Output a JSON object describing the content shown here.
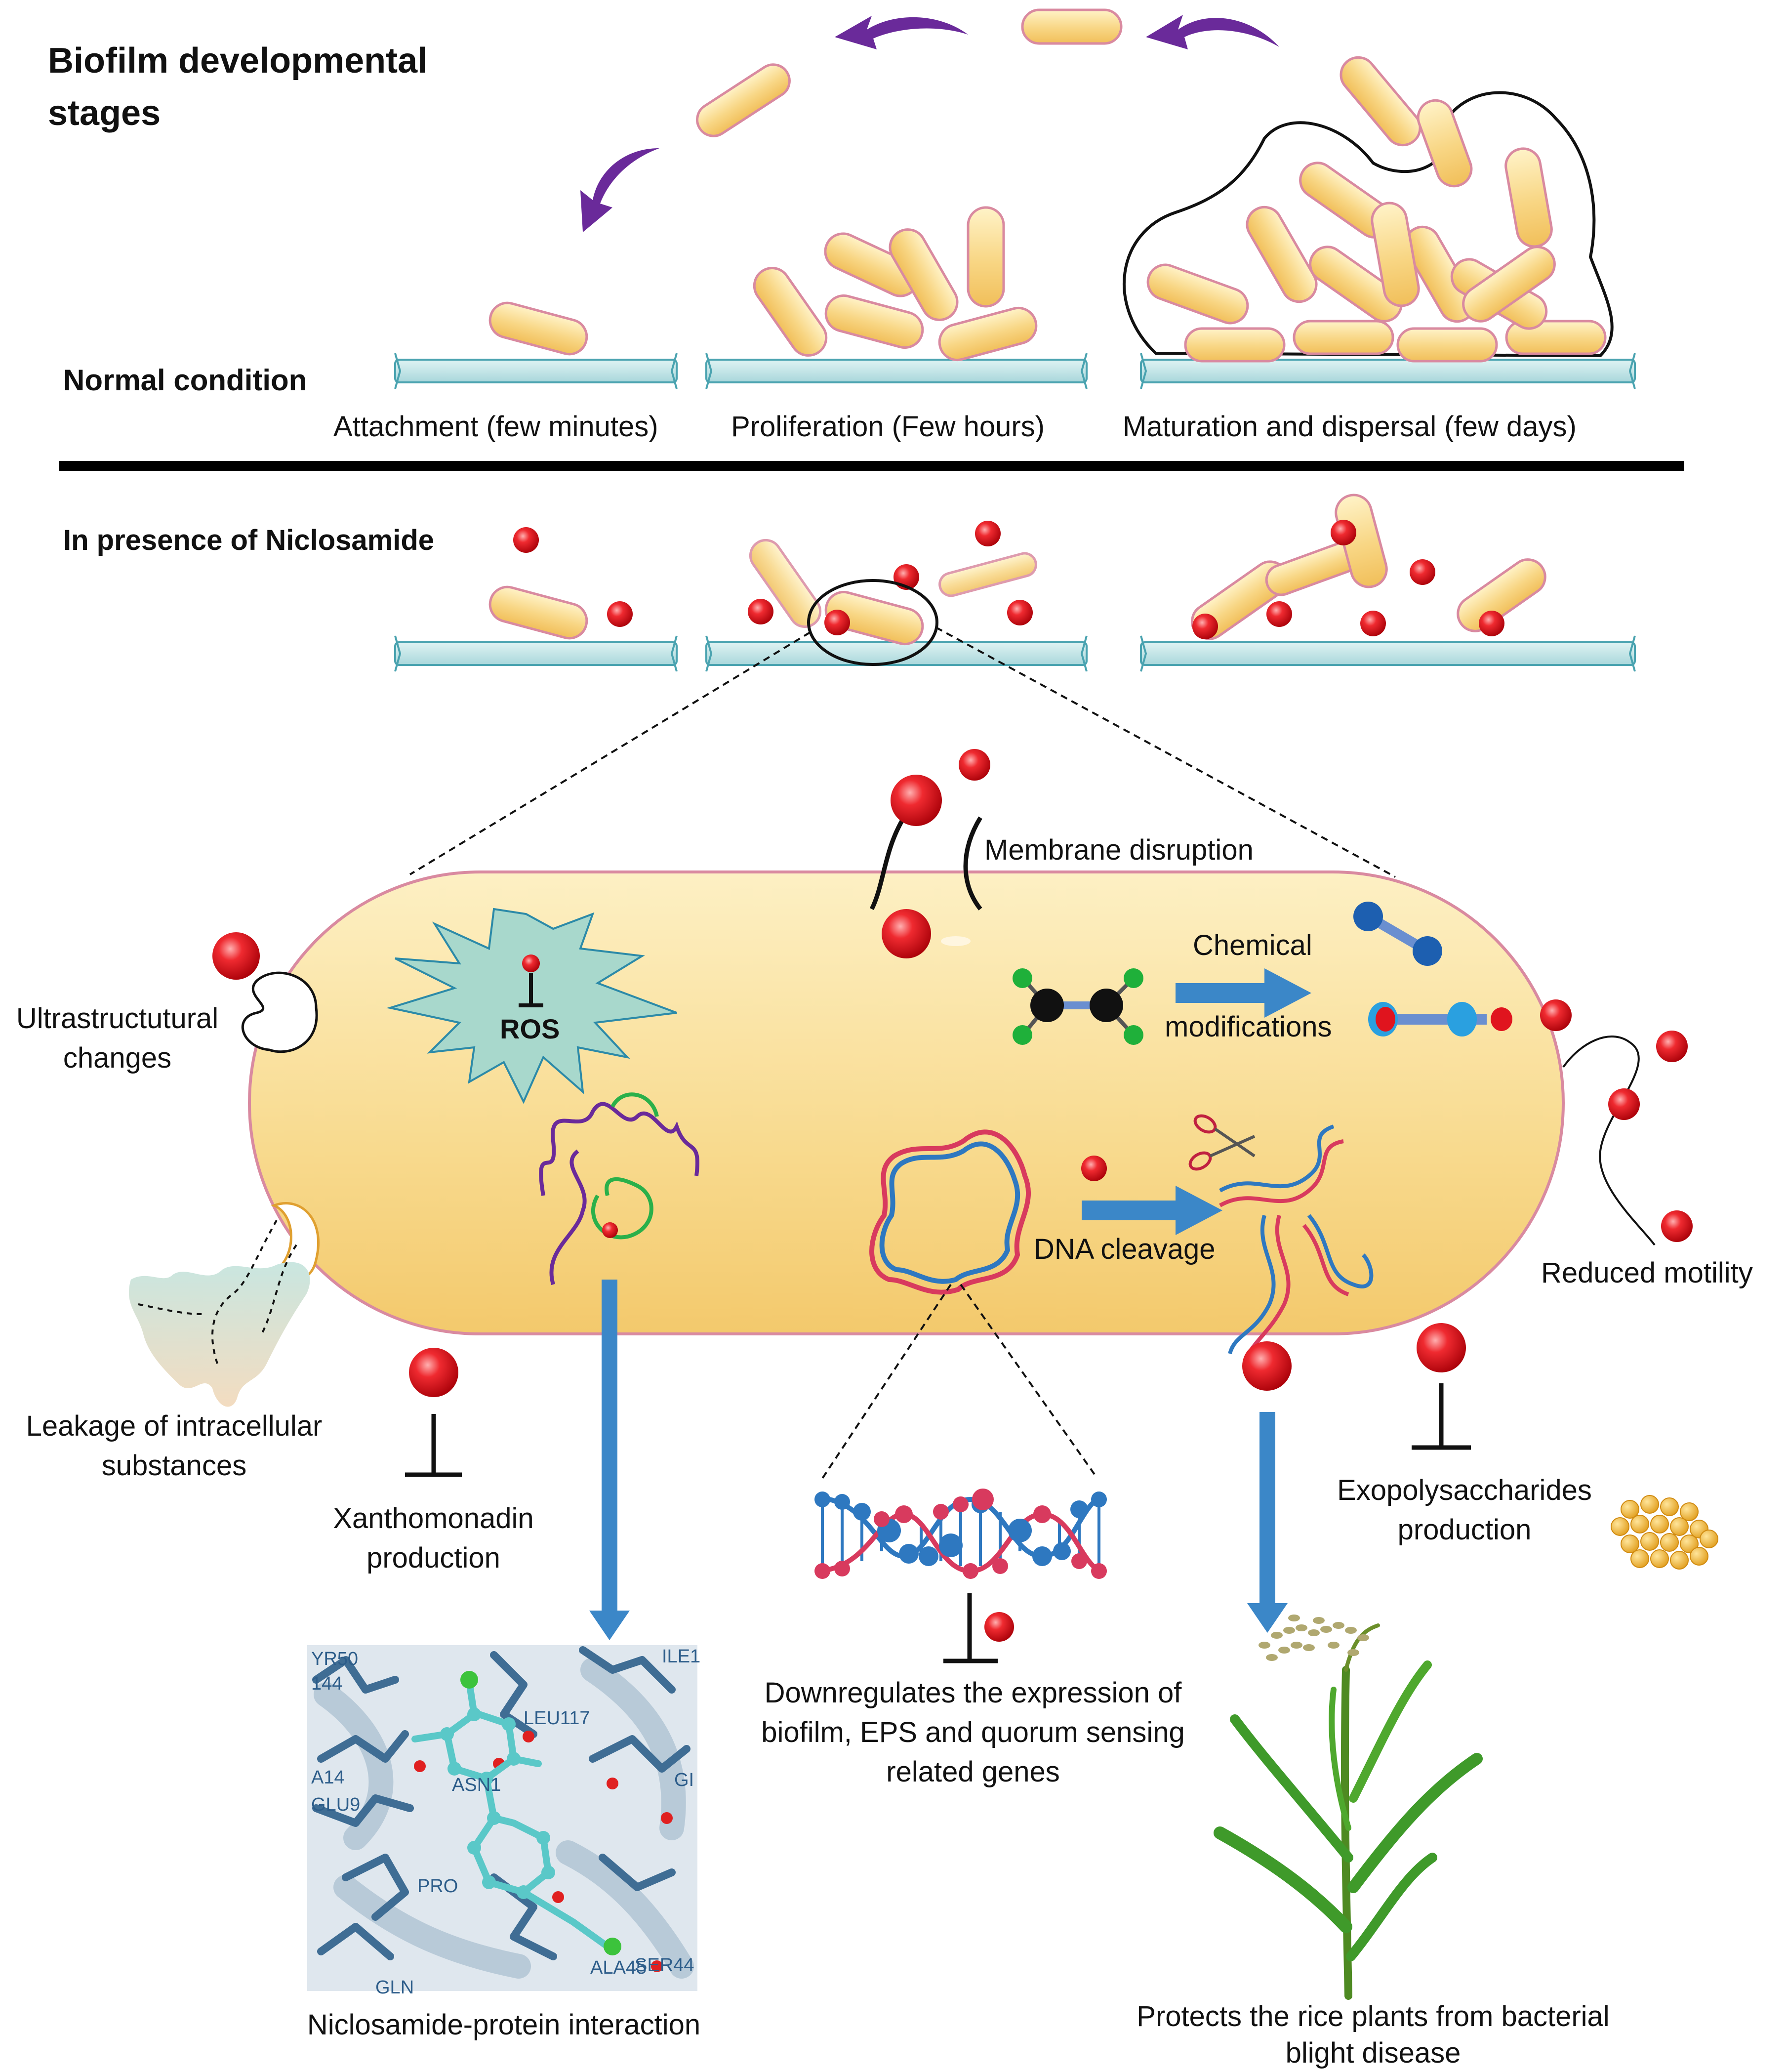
{
  "title": {
    "line1": "Biofilm developmental",
    "line2": "stages"
  },
  "normal": {
    "label": "Normal condition",
    "stages": [
      "Attachment (few minutes)",
      "Proliferation (Few hours)",
      "Maturation and dispersal (few days)"
    ]
  },
  "niclosamide": {
    "label": "In presence of Niclosamide"
  },
  "cell": {
    "ros": "ROS",
    "membrane": "Membrane disruption",
    "chemical_line1": "Chemical",
    "chemical_line2": "modifications",
    "dna_cleavage": "DNA cleavage"
  },
  "effects": {
    "ultra_line1": "Ultrastructutural",
    "ultra_line2": "changes",
    "leakage_line1": "Leakage of intracellular",
    "leakage_line2": "substances",
    "xantho_line1": "Xanthomonadin",
    "xantho_line2": "production",
    "motility": "Reduced motility",
    "eps_line1": "Exopolysaccharides",
    "eps_line2": "production",
    "genes_line1": "Downregulates the expression of",
    "genes_line2": "biofilm, EPS and quorum sensing",
    "genes_line3": "related genes",
    "interaction": "Niclosamide-protein interaction",
    "rice_line1": "Protects the rice plants from bacterial",
    "rice_line2": "blight disease"
  },
  "docking_labels": [
    "YR50",
    "144",
    "A14",
    "GLU9",
    "LEU117",
    "ASN1",
    "ILE1",
    "GI",
    "PRO",
    "ALA45",
    "SER44",
    "GLN"
  ],
  "colors": {
    "bacteria_fill": "#f9d98a",
    "bacteria_stroke": "#d98aa0",
    "cell_fill": "#f8dc90",
    "surface": "#c6e6e8",
    "drug_red": "#e0141e",
    "arrow_purple": "#6a2a9a",
    "arrow_blue": "#3b87c8",
    "dna_blue": "#2e78c0",
    "dna_pink": "#d83a5e"
  }
}
